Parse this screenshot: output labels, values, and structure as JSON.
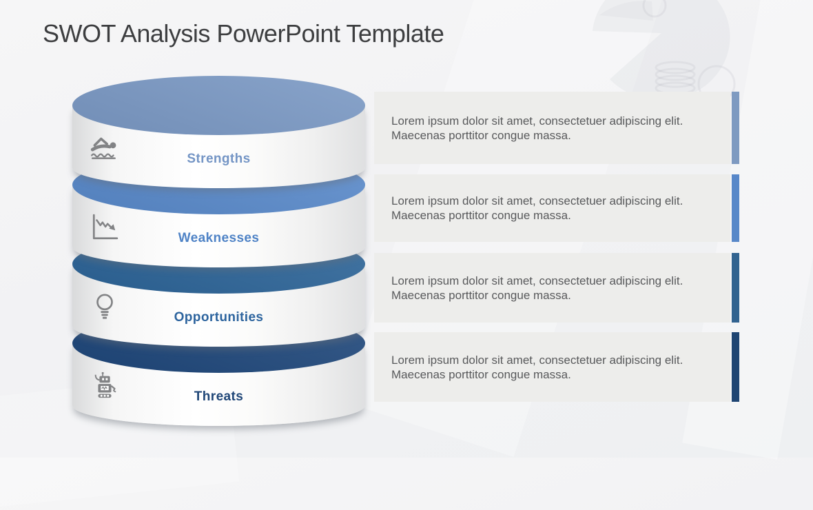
{
  "slide": {
    "title": "SWOT Analysis PowerPoint Template"
  },
  "layers": [
    {
      "label": "Strengths",
      "icon": "swimmer-icon",
      "top_color": "#7B99C4",
      "label_color": "#7495C5",
      "bar_color": "#7E9AC1",
      "description": "Lorem ipsum dolor sit amet, consectetuer adipiscing elit. Maecenas porttitor congue massa."
    },
    {
      "label": "Weaknesses",
      "icon": "declining-chart-icon",
      "top_color": "#5A8ACA",
      "label_color": "#4F83C6",
      "bar_color": "#5888C9",
      "description": "Lorem ipsum dolor sit amet, consectetuer adipiscing elit. Maecenas porttitor congue massa."
    },
    {
      "label": "Opportunities",
      "icon": "lightbulb-icon",
      "top_color": "#2E6598",
      "label_color": "#2D649E",
      "bar_color": "#326390",
      "description": "Lorem ipsum dolor sit amet, consectetuer adipiscing elit. Maecenas porttitor congue massa."
    },
    {
      "label": "Threats",
      "icon": "robot-icon",
      "top_color": "#20487B",
      "label_color": "#1F4677",
      "bar_color": "#1F4573",
      "description": "Lorem ipsum dolor sit amet, consectetuer adipiscing elit. Maecenas porttitor congue massa."
    }
  ]
}
